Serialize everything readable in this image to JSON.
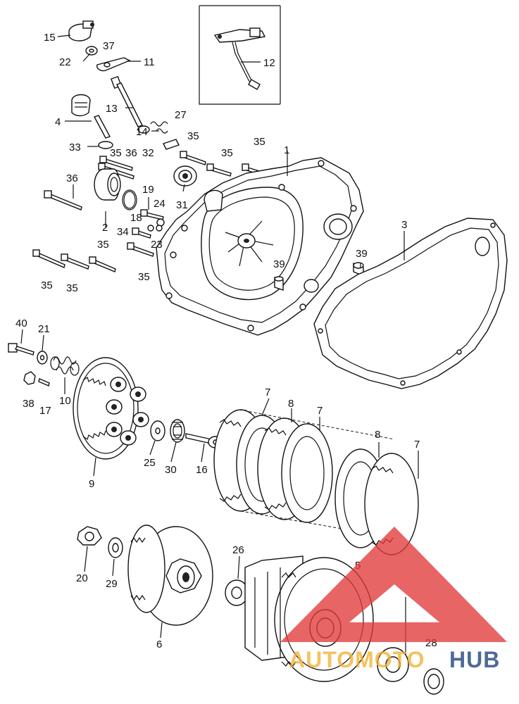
{
  "diagram": {
    "callouts": [
      {
        "id": "15",
        "text": "15"
      },
      {
        "id": "37",
        "text": "37"
      },
      {
        "id": "22",
        "text": "22"
      },
      {
        "id": "11",
        "text": "11"
      },
      {
        "id": "12",
        "text": "12"
      },
      {
        "id": "13",
        "text": "13"
      },
      {
        "id": "4",
        "text": "4"
      },
      {
        "id": "27",
        "text": "27"
      },
      {
        "id": "14",
        "text": "14"
      },
      {
        "id": "33",
        "text": "33"
      },
      {
        "id": "36a",
        "text": "36"
      },
      {
        "id": "35a",
        "text": "35"
      },
      {
        "id": "32",
        "text": "32"
      },
      {
        "id": "35b",
        "text": "35"
      },
      {
        "id": "35c",
        "text": "35"
      },
      {
        "id": "35d",
        "text": "35"
      },
      {
        "id": "1",
        "text": "1"
      },
      {
        "id": "36b",
        "text": "36"
      },
      {
        "id": "19",
        "text": "19"
      },
      {
        "id": "24",
        "text": "24"
      },
      {
        "id": "31",
        "text": "31"
      },
      {
        "id": "2",
        "text": "2"
      },
      {
        "id": "34",
        "text": "34"
      },
      {
        "id": "18",
        "text": "18"
      },
      {
        "id": "23",
        "text": "23"
      },
      {
        "id": "3",
        "text": "3"
      },
      {
        "id": "35e",
        "text": "35"
      },
      {
        "id": "35f",
        "text": "35"
      },
      {
        "id": "35g",
        "text": "35"
      },
      {
        "id": "35h",
        "text": "35"
      },
      {
        "id": "39a",
        "text": "39"
      },
      {
        "id": "39b",
        "text": "39"
      },
      {
        "id": "40",
        "text": "40"
      },
      {
        "id": "21",
        "text": "21"
      },
      {
        "id": "10",
        "text": "10"
      },
      {
        "id": "38",
        "text": "38"
      },
      {
        "id": "17",
        "text": "17"
      },
      {
        "id": "7a",
        "text": "7"
      },
      {
        "id": "8a",
        "text": "8"
      },
      {
        "id": "7b",
        "text": "7"
      },
      {
        "id": "8b",
        "text": "8"
      },
      {
        "id": "7c",
        "text": "7"
      },
      {
        "id": "9",
        "text": "9"
      },
      {
        "id": "25",
        "text": "25"
      },
      {
        "id": "30",
        "text": "30"
      },
      {
        "id": "16",
        "text": "16"
      },
      {
        "id": "20",
        "text": "20"
      },
      {
        "id": "29",
        "text": "29"
      },
      {
        "id": "26",
        "text": "26"
      },
      {
        "id": "5",
        "text": "5"
      },
      {
        "id": "6",
        "text": "6"
      },
      {
        "id": "28",
        "text": "28"
      }
    ]
  },
  "watermark": {
    "brand_a": "AUTOMOTO",
    "brand_b": "HUB",
    "color_red": "#e23a3a",
    "color_yellow": "#f2b134",
    "color_blue": "#1c3f7a"
  }
}
